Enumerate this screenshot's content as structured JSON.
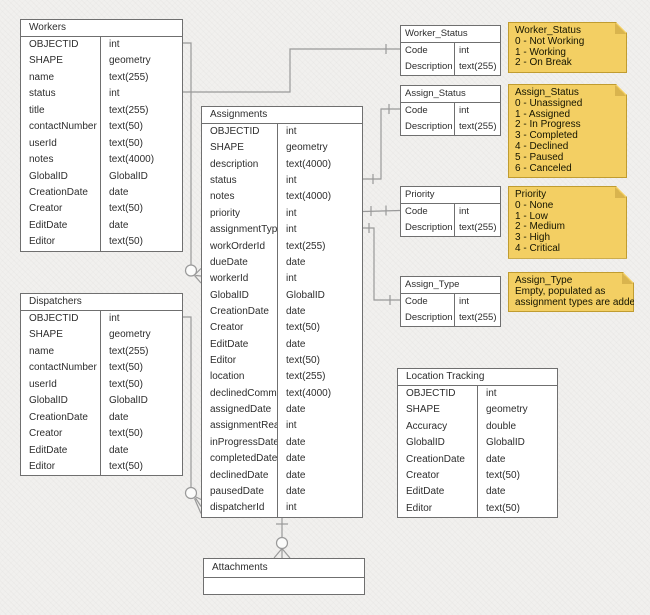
{
  "colors": {
    "background": "#F1F0EE",
    "table_border": "#6F6F6F",
    "line": "#999999",
    "note_fill": "#F3CF63",
    "note_border": "#C09C30",
    "note_fold": "#D9B44E"
  },
  "tables": {
    "workers": {
      "title": "Workers",
      "rows": [
        {
          "field": "OBJECTID",
          "type": "int"
        },
        {
          "field": "SHAPE",
          "type": "geometry"
        },
        {
          "field": "name",
          "type": "text(255)"
        },
        {
          "field": "status",
          "type": "int"
        },
        {
          "field": "title",
          "type": "text(255)"
        },
        {
          "field": "contactNumber",
          "type": "text(50)"
        },
        {
          "field": "userId",
          "type": "text(50)"
        },
        {
          "field": "notes",
          "type": "text(4000)"
        },
        {
          "field": "GlobalID",
          "type": "GlobalID"
        },
        {
          "field": "CreationDate",
          "type": "date"
        },
        {
          "field": "Creator",
          "type": "text(50)"
        },
        {
          "field": "EditDate",
          "type": "date"
        },
        {
          "field": "Editor",
          "type": "text(50)"
        }
      ]
    },
    "dispatchers": {
      "title": "Dispatchers",
      "rows": [
        {
          "field": "OBJECTID",
          "type": "int"
        },
        {
          "field": "SHAPE",
          "type": "geometry"
        },
        {
          "field": "name",
          "type": "text(255)"
        },
        {
          "field": "contactNumber",
          "type": "text(50)"
        },
        {
          "field": "userId",
          "type": "text(50)"
        },
        {
          "field": "GlobalID",
          "type": "GlobalID"
        },
        {
          "field": "CreationDate",
          "type": "date"
        },
        {
          "field": "Creator",
          "type": "text(50)"
        },
        {
          "field": "EditDate",
          "type": "date"
        },
        {
          "field": "Editor",
          "type": "text(50)"
        }
      ]
    },
    "assignments": {
      "title": "Assignments",
      "rows": [
        {
          "field": "OBJECTID",
          "type": "int"
        },
        {
          "field": "SHAPE",
          "type": "geometry"
        },
        {
          "field": "description",
          "type": "text(4000)"
        },
        {
          "field": "status",
          "type": "int"
        },
        {
          "field": "notes",
          "type": "text(4000)"
        },
        {
          "field": "priority",
          "type": "int"
        },
        {
          "field": "assignmentType",
          "type": "int"
        },
        {
          "field": "workOrderId",
          "type": "text(255)"
        },
        {
          "field": "dueDate",
          "type": "date"
        },
        {
          "field": "workerId",
          "type": "int"
        },
        {
          "field": "GlobalID",
          "type": "GlobalID"
        },
        {
          "field": "CreationDate",
          "type": "date"
        },
        {
          "field": "Creator",
          "type": "text(50)"
        },
        {
          "field": "EditDate",
          "type": "date"
        },
        {
          "field": "Editor",
          "type": "text(50)"
        },
        {
          "field": "location",
          "type": "text(255)"
        },
        {
          "field": "declinedComment",
          "type": "text(4000)"
        },
        {
          "field": "assignedDate",
          "type": "date"
        },
        {
          "field": "assignmentRead",
          "type": "int"
        },
        {
          "field": "inProgressDate",
          "type": "date"
        },
        {
          "field": "completedDate",
          "type": "date"
        },
        {
          "field": "declinedDate",
          "type": "date"
        },
        {
          "field": "pausedDate",
          "type": "date"
        },
        {
          "field": "dispatcherId",
          "type": "int"
        }
      ]
    },
    "worker_status": {
      "title": "Worker_Status",
      "rows": [
        {
          "field": "Code",
          "type": "int"
        },
        {
          "field": "Description",
          "type": "text(255)"
        }
      ]
    },
    "assign_status": {
      "title": "Assign_Status",
      "rows": [
        {
          "field": "Code",
          "type": "int"
        },
        {
          "field": "Description",
          "type": "text(255)"
        }
      ]
    },
    "priority": {
      "title": "Priority",
      "rows": [
        {
          "field": "Code",
          "type": "int"
        },
        {
          "field": "Description",
          "type": "text(255)"
        }
      ]
    },
    "assign_type": {
      "title": "Assign_Type",
      "rows": [
        {
          "field": "Code",
          "type": "int"
        },
        {
          "field": "Description",
          "type": "text(255)"
        }
      ]
    },
    "location_tracking": {
      "title": "Location Tracking",
      "rows": [
        {
          "field": "OBJECTID",
          "type": "int"
        },
        {
          "field": "SHAPE",
          "type": "geometry"
        },
        {
          "field": "Accuracy",
          "type": "double"
        },
        {
          "field": "GlobalID",
          "type": "GlobalID"
        },
        {
          "field": "CreationDate",
          "type": "date"
        },
        {
          "field": "Creator",
          "type": "text(50)"
        },
        {
          "field": "EditDate",
          "type": "date"
        },
        {
          "field": "Editor",
          "type": "text(50)"
        }
      ]
    },
    "attachments": {
      "title": "Attachments"
    }
  },
  "notes": {
    "worker_status": {
      "title": "Worker_Status",
      "lines": [
        "0 - Not Working",
        "1 - Working",
        "2 - On Break"
      ]
    },
    "assign_status": {
      "title": "Assign_Status",
      "lines": [
        "0 - Unassigned",
        "1 - Assigned",
        "2 - In Progress",
        "3 - Completed",
        "4 - Declined",
        "5 - Paused",
        "6 - Canceled"
      ]
    },
    "priority": {
      "title": "Priority",
      "lines": [
        "0 - None",
        "1 - Low",
        "2 - Medium",
        "3 - High",
        "4 - Critical"
      ]
    },
    "assign_type": {
      "title": "Assign_Type",
      "lines": [
        "Empty, populated as",
        "assignment types are added"
      ]
    }
  }
}
